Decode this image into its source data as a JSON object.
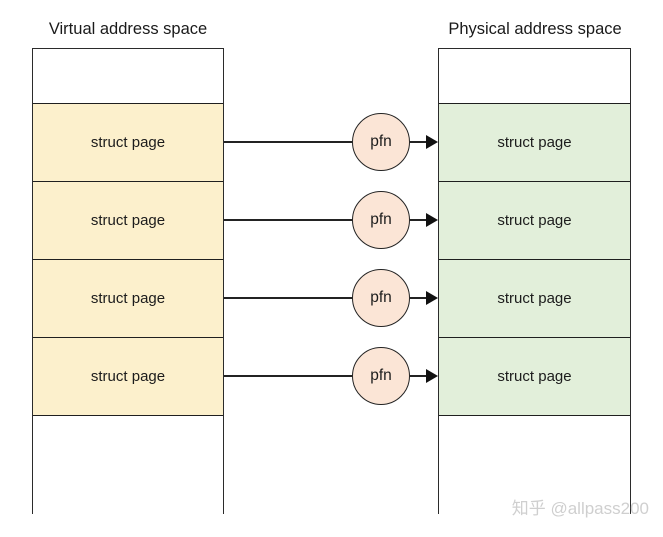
{
  "diagram": {
    "left_column": {
      "title": "Virtual address space",
      "cell_fill": "#FCF0CC",
      "rows": [
        {
          "label": ""
        },
        {
          "label": "struct page"
        },
        {
          "label": "struct page"
        },
        {
          "label": "struct page"
        },
        {
          "label": "struct page"
        },
        {
          "label": ""
        }
      ]
    },
    "right_column": {
      "title": "Physical address space",
      "cell_fill": "#E2EFDA",
      "rows": [
        {
          "label": ""
        },
        {
          "label": "struct page"
        },
        {
          "label": "struct page"
        },
        {
          "label": "struct page"
        },
        {
          "label": "struct page"
        },
        {
          "label": ""
        }
      ]
    },
    "connectors": [
      {
        "label": "pfn"
      },
      {
        "label": "pfn"
      },
      {
        "label": "pfn"
      },
      {
        "label": "pfn"
      }
    ],
    "connector_fill": "#FBE5D6",
    "line_color": "#232323",
    "border_color": "#1F1F1F"
  },
  "watermark": {
    "text": "知乎 @allpass200"
  }
}
